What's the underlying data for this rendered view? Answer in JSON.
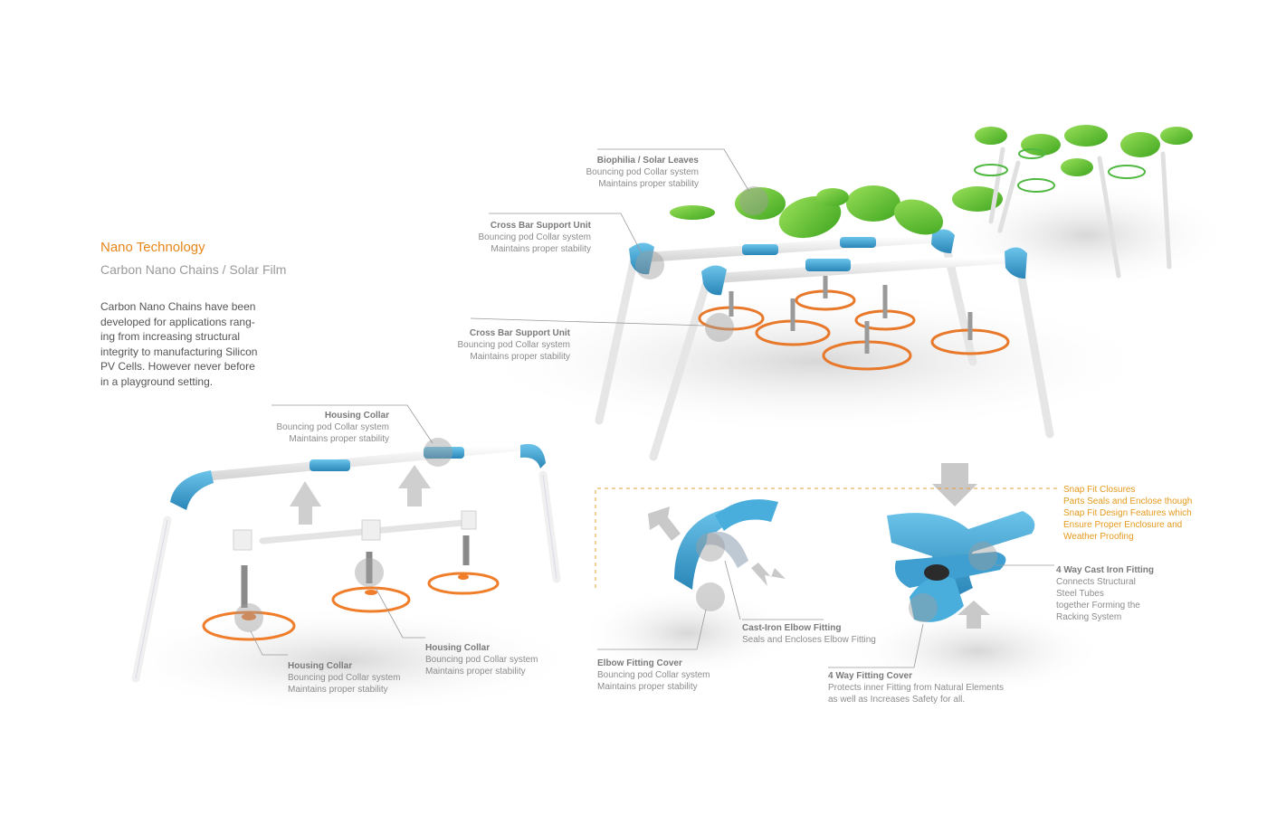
{
  "intro": {
    "title": "Nano Technology",
    "subtitle": "Carbon Nano Chains / Solar Film",
    "description_lines": [
      "Carbon Nano Chains have been",
      "developed for applications rang-",
      "ing from increasing structural",
      "integrity to manufacturing Silicon",
      "PV Cells.  However never before",
      "in a playground setting."
    ]
  },
  "callouts": {
    "biophilia": {
      "title": "Biophilia / Solar Leaves",
      "line1": "Bouncing pod Collar system",
      "line2": "Maintains proper stability"
    },
    "crossbar_top": {
      "title": "Cross Bar Support Unit",
      "line1": "Bouncing pod Collar system",
      "line2": "Maintains proper stability"
    },
    "crossbar_mid": {
      "title": "Cross Bar Support Unit",
      "line1": "Bouncing pod Collar system",
      "line2": "Maintains proper stability"
    },
    "housing_top": {
      "title": "Housing  Collar",
      "line1": "Bouncing pod Collar system",
      "line2": "Maintains proper stability"
    },
    "housing_left": {
      "title": "Housing Collar",
      "line1": "Bouncing pod Collar system",
      "line2": "Maintains proper stability"
    },
    "housing_mid": {
      "title": "Housing Collar",
      "line1": "Bouncing pod Collar system",
      "line2": "Maintains proper stability"
    },
    "elbow_cover": {
      "title": "Elbow Fitting Cover",
      "line1": "Bouncing pod Collar system",
      "line2": "Maintains proper stability"
    },
    "cast_elbow": {
      "title": "Cast-Iron Elbow Fitting",
      "line1": "Seals and Encloses Elbow Fitting"
    },
    "fourway_cover": {
      "title": "4 Way Fitting Cover",
      "line1": "Protects inner Fitting from Natural Elements",
      "line2": "as well as Increases Safety for all."
    },
    "fourway_cast": {
      "title": "4 Way Cast Iron Fitting",
      "line1": "Connects Structural",
      "line2": "Steel Tubes",
      "line3": "together Forming the",
      "line4": "Racking System"
    }
  },
  "snapfit": {
    "lines": [
      "Snap Fit Closures",
      "Parts Seals and Enclose though",
      "Snap Fit Design Features which",
      "Ensure Proper Enclosure and",
      "Weather Proofing"
    ]
  },
  "colors": {
    "accent_orange": "#e8861a",
    "snapfit_text": "#e59a1c",
    "fitting_blue": "#3aa0d0",
    "pod_orange": "#f07d2a",
    "leaf_green": "#6cc832",
    "tube_white": "#f4f4f4"
  }
}
